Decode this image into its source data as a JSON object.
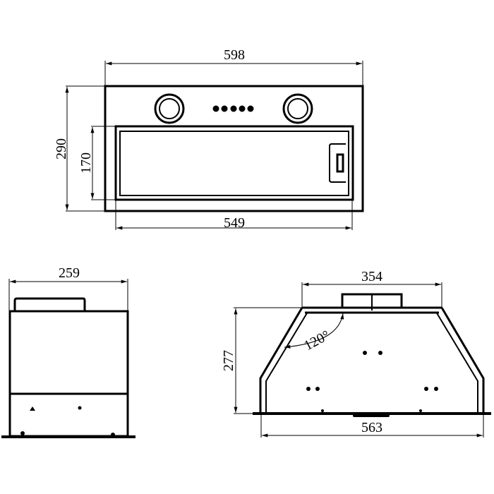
{
  "front_view": {
    "width_overall": "598",
    "height_overall": "290",
    "filter_height": "170",
    "filter_width": "549",
    "control_dots": 5
  },
  "side_view": {
    "depth": "259"
  },
  "bottom_view": {
    "top_width": "354",
    "height": "277",
    "angle": "120°",
    "bottom_width": "563"
  }
}
